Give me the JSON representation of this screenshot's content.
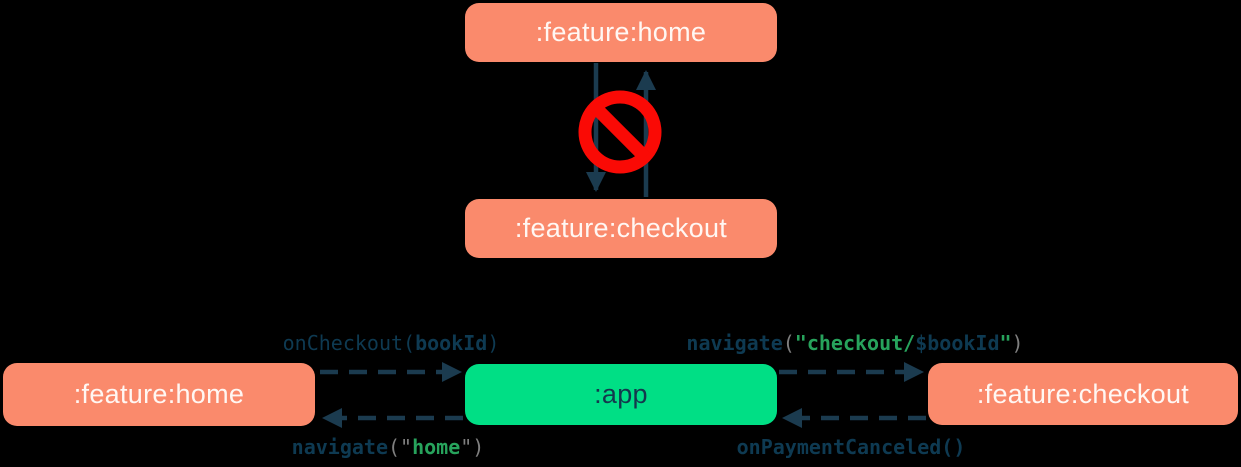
{
  "background_color": "#000000",
  "palette": {
    "feature_module_fill": "#FA8A6C",
    "app_module_fill": "#00DF85",
    "arrow_navy": "#1B3B4F",
    "code_navy": "#0E3A52",
    "code_gray": "#7F7F7F",
    "code_green": "#27A35C",
    "no_entry_red": "#FA0A05",
    "node_text_light": "#FFF7F3",
    "node_text_dark": "#14384D"
  },
  "top_diagram": {
    "nodes": [
      {
        "id": "feature-home",
        "label": ":feature:home",
        "fill": "#FA8A6C"
      },
      {
        "id": "feature-checkout",
        "label": ":feature:checkout",
        "fill": "#FA8A6C"
      }
    ],
    "arrows": [
      {
        "from": ":feature:home",
        "to": ":feature:checkout",
        "style": "solid",
        "direction": "down"
      },
      {
        "from": ":feature:checkout",
        "to": ":feature:home",
        "style": "solid",
        "direction": "up"
      }
    ],
    "no_entry_icon": {
      "name": "no-entry-icon",
      "color": "#FA0A05"
    }
  },
  "bottom_diagram": {
    "nodes": [
      {
        "id": "feature-home",
        "label": ":feature:home",
        "fill": "#FA8A6C"
      },
      {
        "id": "app",
        "label": ":app",
        "fill": "#00DF85"
      },
      {
        "id": "feature-checkout",
        "label": ":feature:checkout",
        "fill": "#FA8A6C"
      }
    ],
    "edges": [
      {
        "id": "on-checkout",
        "from": ":feature:home",
        "to": ":app",
        "style": "dashed",
        "code": "onCheckout(bookId)",
        "segments": [
          {
            "text": "onCheckout(",
            "style": "navy"
          },
          {
            "text": "bookId",
            "style": "navy-bold"
          },
          {
            "text": ")",
            "style": "navy"
          }
        ]
      },
      {
        "id": "navigate-checkout",
        "from": ":app",
        "to": ":feature:checkout",
        "style": "dashed",
        "code": "navigate(\"checkout/$bookId\")",
        "segments": [
          {
            "text": "navigate",
            "style": "navy-bold"
          },
          {
            "text": "(",
            "style": "gray"
          },
          {
            "text": "\"checkout/",
            "style": "green-bold"
          },
          {
            "text": "$bookId",
            "style": "navy-bold"
          },
          {
            "text": "\"",
            "style": "green-bold"
          },
          {
            "text": ")",
            "style": "gray"
          }
        ]
      },
      {
        "id": "navigate-home",
        "from": ":app",
        "to": ":feature:home",
        "style": "dashed",
        "code": "navigate(\"home\")",
        "segments": [
          {
            "text": "navigate",
            "style": "navy-bold"
          },
          {
            "text": "(\"",
            "style": "gray"
          },
          {
            "text": "home",
            "style": "green-bold"
          },
          {
            "text": "\")",
            "style": "gray"
          }
        ]
      },
      {
        "id": "on-payment-canceled",
        "from": ":feature:checkout",
        "to": ":app",
        "style": "dashed",
        "code": "onPaymentCanceled()",
        "segments": [
          {
            "text": "onPaymentCanceled()",
            "style": "navy-bold"
          }
        ]
      }
    ]
  }
}
